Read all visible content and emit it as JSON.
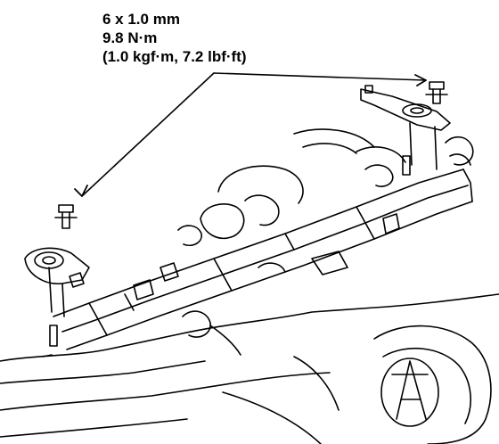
{
  "annotation": {
    "bolt_size": "6 x 1.0 mm",
    "torque_nm": "9.8 N·m",
    "torque_alt": "(1.0 kgf·m, 7.2 lbf·ft)"
  },
  "colors": {
    "ink": "#000000",
    "paper": "#ffffff"
  }
}
